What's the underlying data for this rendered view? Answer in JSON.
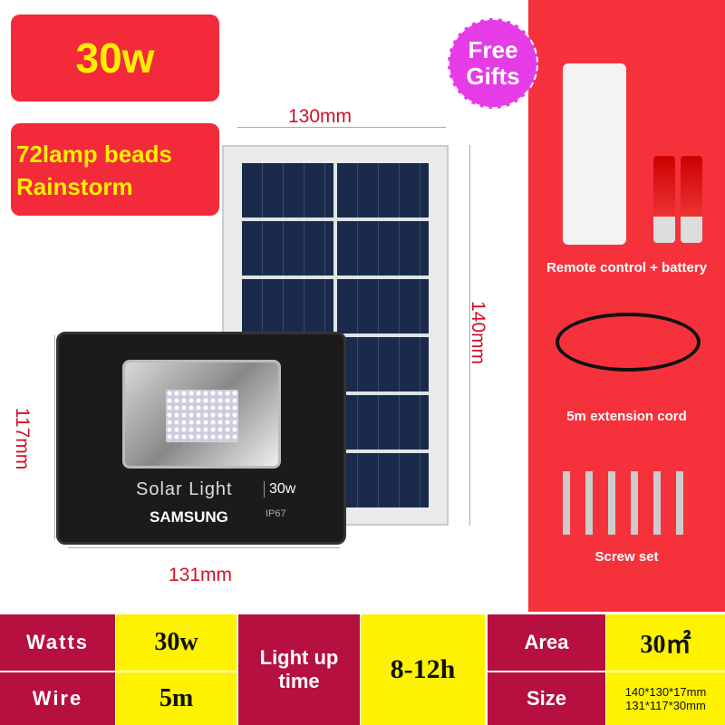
{
  "badges": {
    "power": "30w",
    "features": [
      "72lamp beads",
      "Rainstorm"
    ]
  },
  "gift": {
    "line1": "Free",
    "line2": "Gifts"
  },
  "dimensions": {
    "panel_width": "130mm",
    "panel_height": "140mm",
    "light_height": "117mm",
    "light_width": "131mm"
  },
  "lamp": {
    "label": "Solar Light",
    "power": "30w",
    "brand": "SAMSUNG",
    "rating": "IP67"
  },
  "gifts": [
    {
      "caption": "Remote control + battery"
    },
    {
      "caption": "5m extension cord"
    },
    {
      "caption": "Screw set"
    }
  ],
  "specs": {
    "watts_label": "Watts",
    "watts_value": "30w",
    "wire_label": "Wire",
    "wire_value": "5m",
    "time_label": "Light up time",
    "time_value": "8-12h",
    "area_label": "Area",
    "area_value": "30㎡",
    "size_label": "Size",
    "size_value_1": "140*130*17mm",
    "size_value_2": "131*117*30mm"
  },
  "colors": {
    "red": "#f5323c",
    "maroon": "#b5103f",
    "yellow": "#fff200",
    "badge_text": "#ffee00"
  }
}
